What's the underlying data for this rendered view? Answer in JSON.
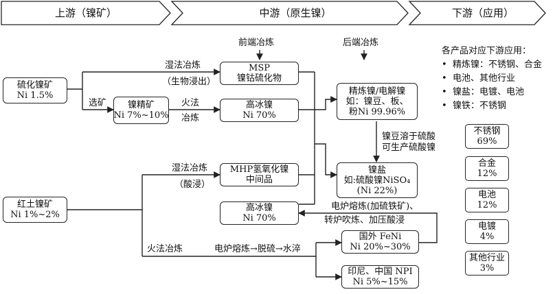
{
  "stages": {
    "upstream": "上游（镍矿）",
    "midstream": "中游（原生镍）",
    "downstream": "下游（应用）"
  },
  "section_labels": {
    "front_smelting": "前端冶炼",
    "back_smelting": "后端冶炼"
  },
  "nodes": {
    "sulfide_ore": {
      "line1": "硫化镍矿",
      "line2": "Ni 1.5%"
    },
    "laterite_ore": {
      "line1": "红土镍矿",
      "line2": "Ni 1%~2%"
    },
    "nickel_concentrate": {
      "line1": "镍精矿",
      "line2": "Ni 7%~10%"
    },
    "msp": {
      "line1": "MSP",
      "line2": "镍钴硫化物"
    },
    "matte_top": {
      "line1": "高冰镍",
      "line2": "Ni 70%"
    },
    "mhp": {
      "line1": "MHP氢氧化镍",
      "line2": "中间品"
    },
    "matte_bottom": {
      "line1": "高冰镍",
      "line2": "Ni 70%"
    },
    "refined_nickel": {
      "line1": "精炼镍/电解镍",
      "line2": "如：镍豆、板、",
      "line3": "粉Ni 99.96%"
    },
    "nickel_salt": {
      "line1": "镍盐",
      "line2": "如:硫酸镍NiSO₄",
      "line3": "(Ni 22%)"
    },
    "feni": {
      "line1": "国外 FeNi",
      "line2": "Ni 20%~30%"
    },
    "npi": {
      "line1": "印尼、中国 NPI",
      "line2": "Ni 5%~15%"
    }
  },
  "edge_labels": {
    "wet_smelting_top": "湿法冶炼",
    "bio_leaching": "（生物浸出）",
    "beneficiation": "选矿",
    "fire_method": "火法",
    "smelting": "冶炼",
    "wet_smelting_bottom": "湿法冶炼",
    "acid_leach": "（酸浸）",
    "pyro_smelting": "火法冶炼",
    "electric_furnace_chain": "电炉熔炼→脱硫→水淬",
    "sulfurize_line1": "电炉熔炼(加硫铁矿)、",
    "sulfurize_line2": "转炉吹炼、加压酸浸",
    "bean_to_sulfate_line1": "镍豆溶于硫酸",
    "bean_to_sulfate_line2": "可生产硫酸镍"
  },
  "legend": {
    "title": "各产品对应下游应用：",
    "items": [
      "精炼镍：不锈钢、合金",
      "电池、其他行业",
      "镍盐：电镀、电池",
      "镍铁：不锈钢"
    ]
  },
  "shares": [
    {
      "name": "不锈钢",
      "value": "69%"
    },
    {
      "name": "合金",
      "value": "12%"
    },
    {
      "name": "电池",
      "value": "12%"
    },
    {
      "name": "电镀",
      "value": "4%"
    },
    {
      "name": "其他行业",
      "value": "3%"
    }
  ]
}
